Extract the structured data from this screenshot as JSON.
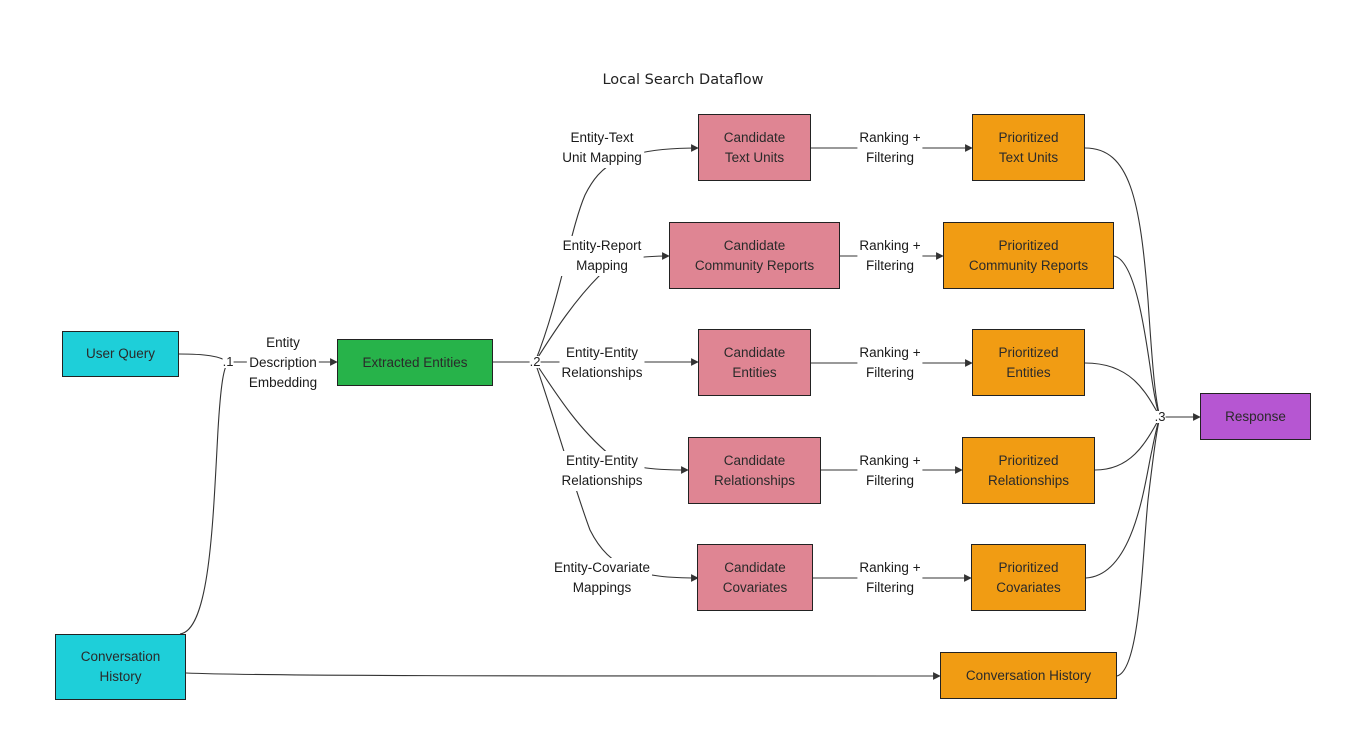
{
  "title": "Local Search Dataflow",
  "nodes": {
    "user_query": "User Query",
    "conversation_history_input": "Conversation\nHistory",
    "extracted_entities": "Extracted Entities",
    "candidate_text_units": "Candidate\nText Units",
    "candidate_community_reports": "Candidate\nCommunity Reports",
    "candidate_entities": "Candidate\nEntities",
    "candidate_relationships": "Candidate\nRelationships",
    "candidate_covariates": "Candidate\nCovariates",
    "prioritized_text_units": "Prioritized\nText Units",
    "prioritized_community_reports": "Prioritized\nCommunity Reports",
    "prioritized_entities": "Prioritized\nEntities",
    "prioritized_relationships": "Prioritized\nRelationships",
    "prioritized_covariates": "Prioritized\nCovariates",
    "conversation_history_output": "Conversation History",
    "response": "Response"
  },
  "junctions": {
    "j1": ".1",
    "j2": ".2",
    "j3": ".3"
  },
  "edge_labels": {
    "entity_description_embedding": "Entity\nDescription\nEmbedding",
    "entity_text_unit_mapping": "Entity-Text\nUnit Mapping",
    "entity_report_mapping": "Entity-Report\nMapping",
    "entity_entity_relationships_1": "Entity-Entity\nRelationships",
    "entity_entity_relationships_2": "Entity-Entity\nRelationships",
    "entity_covariate_mappings": "Entity-Covariate\nMappings",
    "ranking_filtering_1": "Ranking +\nFiltering",
    "ranking_filtering_2": "Ranking +\nFiltering",
    "ranking_filtering_3": "Ranking +\nFiltering",
    "ranking_filtering_4": "Ranking +\nFiltering",
    "ranking_filtering_5": "Ranking +\nFiltering"
  },
  "colors": {
    "input": "#1ecfd9",
    "extracted": "#27b34a",
    "candidate": "#df8593",
    "prioritized": "#f19c13",
    "response": "#b656d2"
  }
}
